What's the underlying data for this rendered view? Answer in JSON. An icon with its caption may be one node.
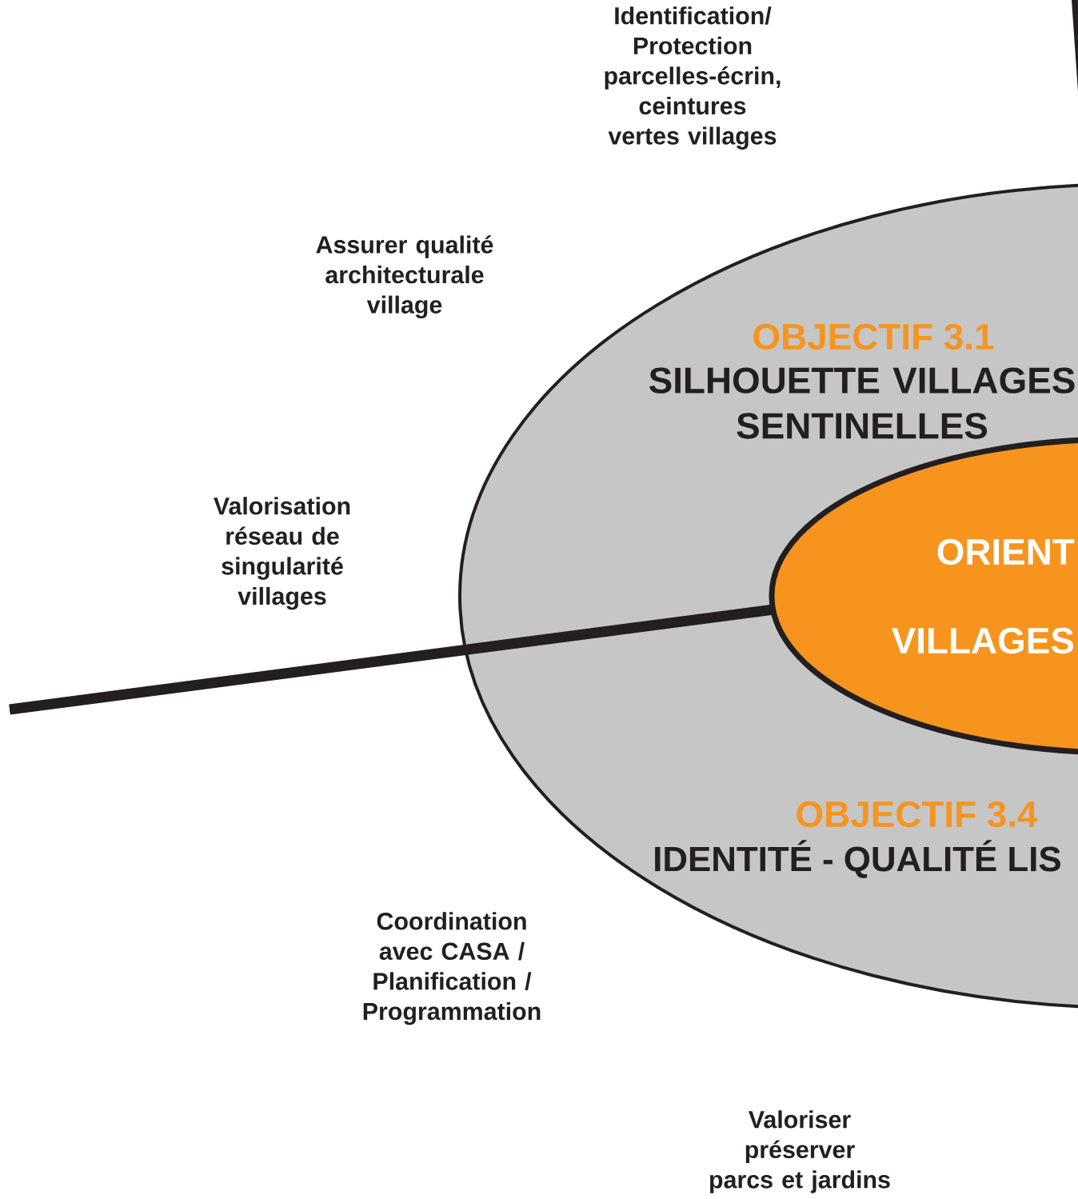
{
  "diagram": {
    "nodes": [
      {
        "text": [
          "OBJECTIF 3.1",
          "SILHOUETTE VILLAGES SENTINELLES",
          "OBJECTIF 3.4",
          "IDENTITÉ - QUALITÉ LIS"
        ]
      },
      {
        "text": [
          "ORIENT",
          "VILLAGES"
        ],
        "in": 0
      }
    ],
    "labels": [
      "Identification/ Protection parcelles-écrin, ceintures vertes villages",
      "Assurer qualité architecturale village",
      "Valorisation réseau de singularité villages",
      "Coordination avec CASA / Planification / Programmation",
      "Valoriser préserver parcs et jardins"
    ]
  }
}
